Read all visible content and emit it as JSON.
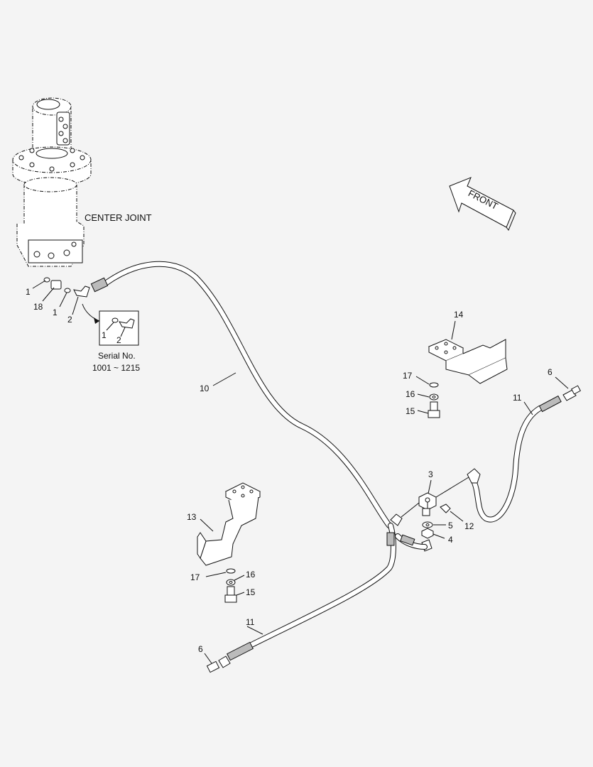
{
  "title_labels": {
    "center_joint": "CENTER JOINT",
    "front": "FRONT",
    "serial_line1": "Serial No.",
    "serial_line2": "1001 ~ 1215"
  },
  "callouts": {
    "c1a": "1",
    "c18": "18",
    "c1b": "1",
    "c2": "2",
    "c1inset": "1",
    "c2inset": "2",
    "c10": "10",
    "c14": "14",
    "c17a": "17",
    "c16a": "16",
    "c15a": "15",
    "c6a": "6",
    "c11a": "11",
    "c3": "3",
    "c5": "5",
    "c12": "12",
    "c4": "4",
    "c13": "13",
    "c17b": "17",
    "c16b": "16",
    "c15b": "15",
    "c11b": "11",
    "c6b": "6"
  }
}
